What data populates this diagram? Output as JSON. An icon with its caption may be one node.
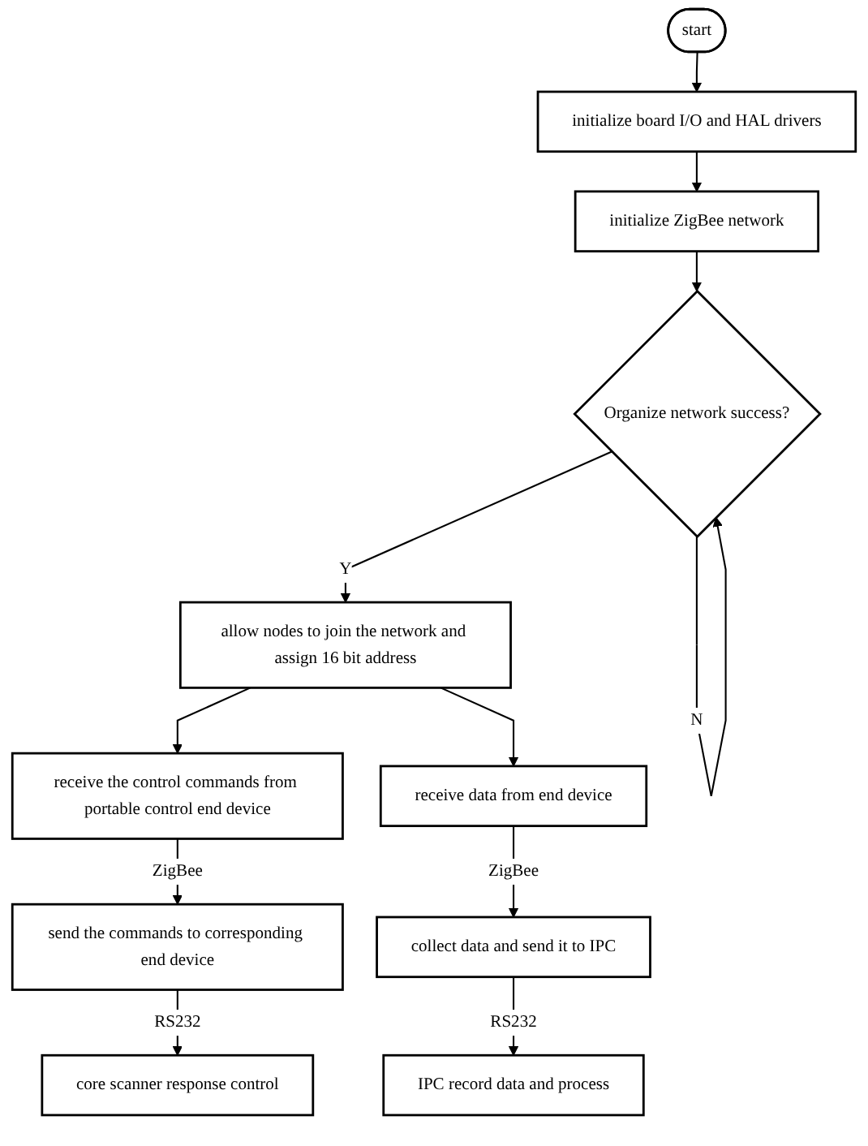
{
  "diagram": {
    "nodes": [
      {
        "text": [
          "start"
        ]
      },
      {
        "text": [
          "initialize board I/O and HAL drivers"
        ]
      },
      {
        "text": [
          "initialize ZigBee network"
        ]
      },
      {
        "text": [
          "Organize network success?"
        ]
      },
      {
        "text": [
          "allow nodes to join the network and assign 16 bit address"
        ]
      },
      {
        "text": [
          "receive the control commands from portable control end device"
        ]
      },
      {
        "text": [
          "send the commands to corresponding end device"
        ]
      },
      {
        "text": [
          "core scanner response control"
        ]
      },
      {
        "text": [
          "receive data from end device"
        ]
      },
      {
        "text": [
          "collect data and send it to IPC"
        ]
      },
      {
        "text": [
          "IPC record data and process"
        ]
      }
    ],
    "edges": [
      {
        "from": 0,
        "to": 1,
        "arrow": "to"
      },
      {
        "from": 1,
        "to": 2,
        "arrow": "to"
      },
      {
        "from": 2,
        "to": 3,
        "arrow": "to"
      },
      {
        "from": 3,
        "to": 3,
        "arrow": "to",
        "label": "N"
      },
      {
        "from": 3,
        "to": 4,
        "arrow": "to",
        "label": "Y"
      },
      {
        "from": 4,
        "to": 5,
        "arrow": "to"
      },
      {
        "from": 4,
        "to": 8,
        "arrow": "to"
      },
      {
        "from": 5,
        "to": 6,
        "arrow": "to",
        "label": "ZigBee"
      },
      {
        "from": 6,
        "to": 7,
        "arrow": "to",
        "label": "RS232"
      },
      {
        "from": 8,
        "to": 9,
        "arrow": "to",
        "label": "ZigBee"
      },
      {
        "from": 9,
        "to": 10,
        "arrow": "to",
        "label": "RS232"
      }
    ]
  }
}
